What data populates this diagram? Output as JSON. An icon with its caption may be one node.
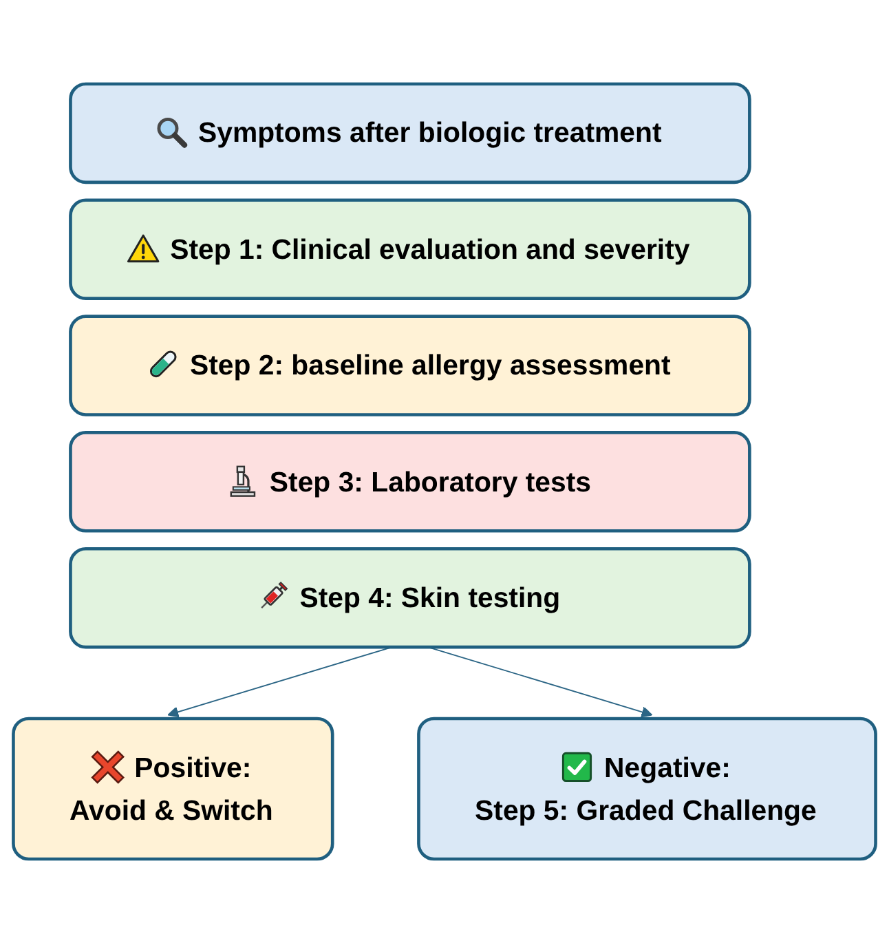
{
  "diagram": {
    "nodes": [
      {
        "text": [
          "Symptoms after biologic treatment"
        ]
      },
      {
        "text": [
          "Step 1: Clinical evaluation and severity"
        ]
      },
      {
        "text": [
          "Step 2: baseline allergy assessment"
        ]
      },
      {
        "text": [
          "Step 3: Laboratory tests"
        ]
      },
      {
        "text": [
          "Step 4: Skin testing"
        ]
      },
      {
        "text": [
          "Positive:",
          "Avoid & Switch"
        ]
      },
      {
        "text": [
          "Negative:",
          "Step 5: Graded Challenge"
        ]
      }
    ],
    "edges": [
      {
        "from": 4,
        "to": 5,
        "arrow": "to"
      },
      {
        "from": 4,
        "to": 6,
        "arrow": "to"
      }
    ]
  }
}
